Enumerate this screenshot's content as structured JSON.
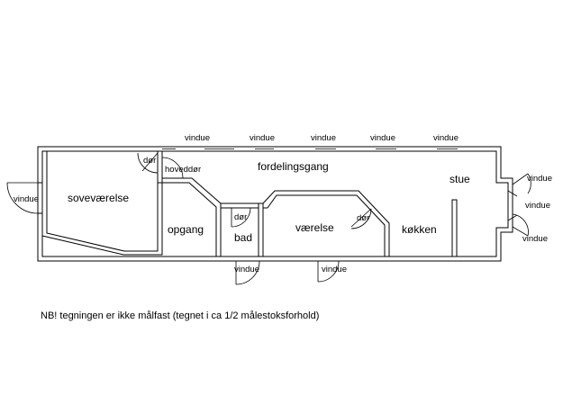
{
  "rooms": {
    "sovevaerelse": "soveværelse",
    "fordelingsgang": "fordelingsgang",
    "opgang": "opgang",
    "bad": "bad",
    "vaerelse": "værelse",
    "kokken": "køkken",
    "stue": "stue"
  },
  "doors": {
    "sovevaerelse": "dør",
    "hoveddor": "hoveddør",
    "bad": "dør",
    "vaerelse": "dør"
  },
  "windows": {
    "top_1": "vindue",
    "top_2": "vindue",
    "top_3": "vindue",
    "top_4": "vindue",
    "top_5": "vindue",
    "left": "vindue",
    "bottom_bad": "vindue",
    "bottom_vaerelse": "vindue",
    "right_1": "vindue",
    "right_2": "vindue",
    "right_3": "vindue"
  },
  "note": "NB! tegningen er ikke målfast (tegnet i ca 1/2 målestoksforhold)"
}
